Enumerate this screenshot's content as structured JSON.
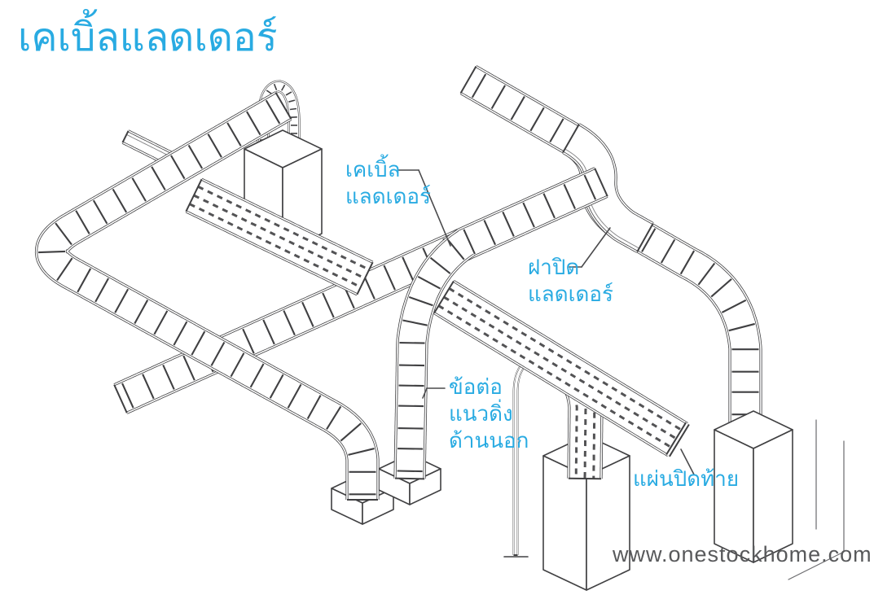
{
  "title": {
    "text": "เคเบิ้ลแลดเดอร์",
    "color": "#29ABE2"
  },
  "watermark": {
    "text": "www.onestockhome.com",
    "color": "#58595B"
  },
  "diagram": {
    "description": "Isometric technical line drawing of a cable ladder installation",
    "line_color": "#404042",
    "labels": [
      {
        "id": "cable-ladder",
        "lines": [
          "เคเบิ้ล",
          "แลดเดอร์"
        ]
      },
      {
        "id": "ladder-cover",
        "lines": [
          "ฝาปิด",
          "แลดเดอร์"
        ]
      },
      {
        "id": "outer-vertical-joint",
        "lines": [
          "ข้อต่อ",
          "แนวดิ่ง",
          "ด้านนอก"
        ]
      },
      {
        "id": "end-plate",
        "lines": [
          "แผ่นปิดท้าย"
        ]
      }
    ]
  }
}
